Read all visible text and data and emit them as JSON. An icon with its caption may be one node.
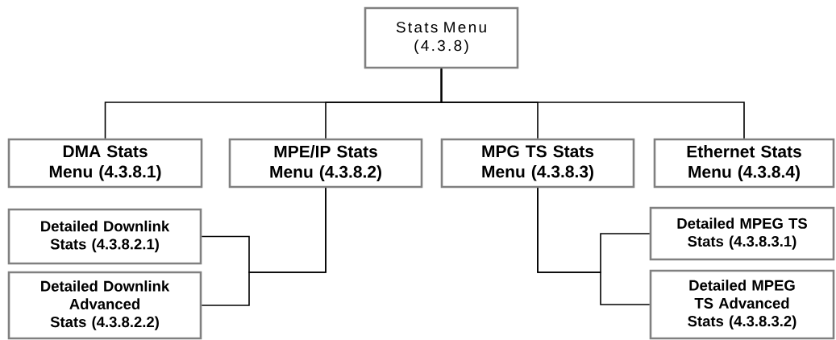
{
  "diagram": {
    "nodes": [
      {
        "text": [
          "Stats Menu (4.3.8)"
        ]
      },
      {
        "text": [
          "DMA Stats Menu (4.3.8.1)"
        ]
      },
      {
        "text": [
          "MPE/IP Stats Menu (4.3.8.2)"
        ]
      },
      {
        "text": [
          "MPG TS Stats Menu (4.3.8.3)"
        ]
      },
      {
        "text": [
          "Ethernet Stats Menu (4.3.8.4)"
        ]
      },
      {
        "text": [
          "Detailed Downlink Stats (4.3.8.2.1)"
        ]
      },
      {
        "text": [
          "Detailed Downlink Advanced Stats (4.3.8.2.2)"
        ]
      },
      {
        "text": [
          "Detailed MPEG TS Stats (4.3.8.3.1)"
        ]
      },
      {
        "text": [
          "Detailed MPEG TS Advanced Stats (4.3.8.3.2)"
        ]
      }
    ],
    "edges": [
      {
        "from": 0,
        "to": 1,
        "arrow": "none"
      },
      {
        "from": 0,
        "to": 2,
        "arrow": "none"
      },
      {
        "from": 0,
        "to": 3,
        "arrow": "none"
      },
      {
        "from": 0,
        "to": 4,
        "arrow": "none"
      },
      {
        "from": 2,
        "to": 5,
        "arrow": "none"
      },
      {
        "from": 2,
        "to": 6,
        "arrow": "none"
      },
      {
        "from": 3,
        "to": 7,
        "arrow": "none"
      },
      {
        "from": 3,
        "to": 8,
        "arrow": "none"
      }
    ]
  }
}
